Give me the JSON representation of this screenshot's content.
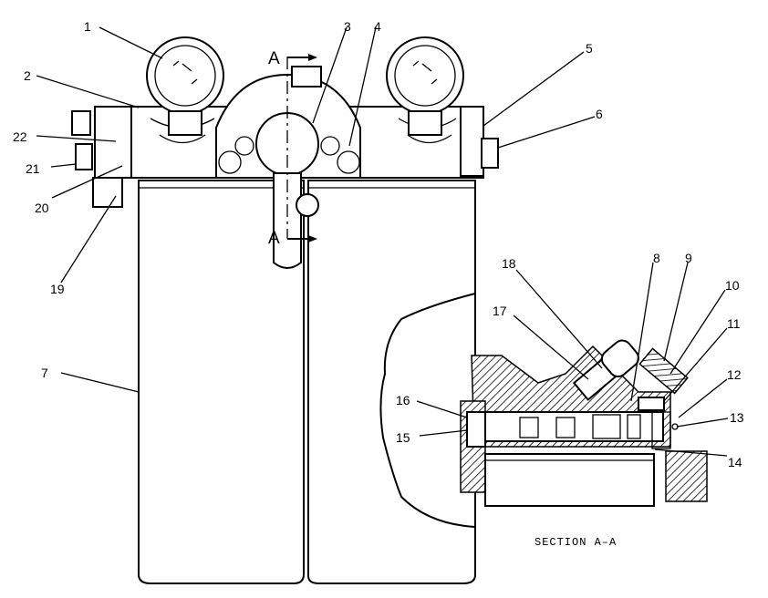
{
  "section_marker": "A",
  "section_caption": "SECTION A–A",
  "callouts": [
    "1",
    "2",
    "3",
    "4",
    "5",
    "6",
    "7",
    "8",
    "9",
    "10",
    "11",
    "12",
    "13",
    "14",
    "15",
    "16",
    "17",
    "18",
    "19",
    "20",
    "21",
    "22"
  ]
}
